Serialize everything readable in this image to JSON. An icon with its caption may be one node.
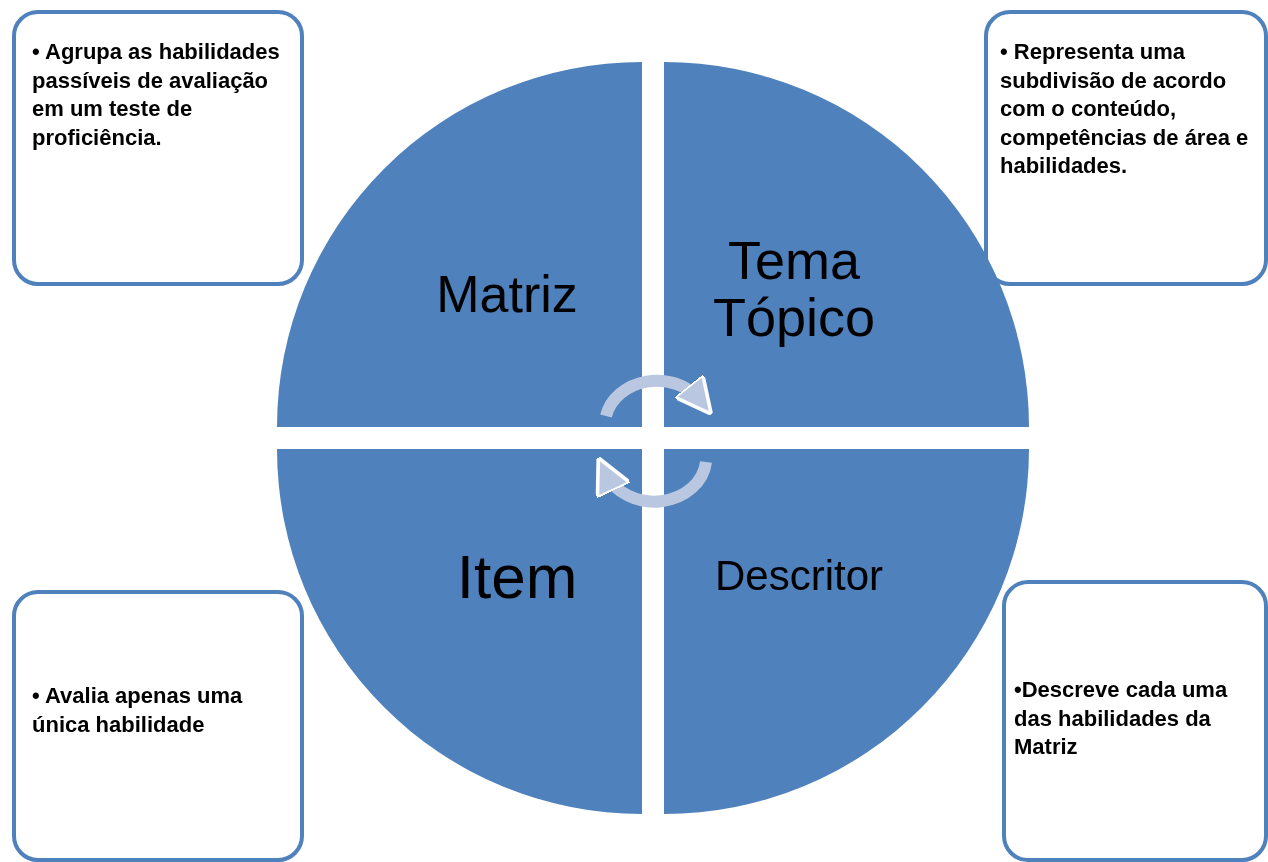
{
  "diagram": {
    "nodes": [
      {
        "text": [
          "Matriz"
        ]
      },
      {
        "text": [
          "Tema Tópico"
        ]
      },
      {
        "text": [
          "Item"
        ]
      },
      {
        "text": [
          "Descritor"
        ]
      },
      {
        "text": [
          "• Agrupa as habilidades passíveis de avaliação em um teste de proficiência."
        ]
      },
      {
        "text": [
          "• Representa uma subdivisão de acordo com o conteúdo, competências de área e habilidades."
        ]
      },
      {
        "text": [
          "• Avalia apenas uma única habilidade"
        ]
      },
      {
        "text": [
          "•Descreve cada uma das habilidades da Matriz"
        ]
      }
    ],
    "edges": [
      {
        "from": 0,
        "to": 1,
        "arrow": "to"
      },
      {
        "from": 3,
        "to": 2,
        "arrow": "to"
      }
    ]
  }
}
